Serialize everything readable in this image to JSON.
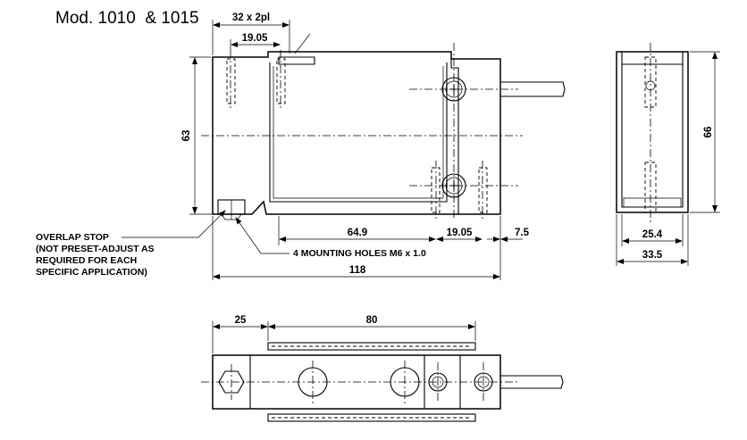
{
  "title": "Mod. 1010  & 1015",
  "side_view": {
    "dim_top_span": "32 x 2pl",
    "dim_top_inner": "19.05",
    "dim_height": "63",
    "dim_body_len": "64.9",
    "dim_hole_spacing": "19.05",
    "dim_end": "7.5",
    "dim_total": "118"
  },
  "notes": {
    "overlap_stop": [
      "OVERLAP STOP",
      "(NOT PRESET-ADJUST AS",
      "REQUIRED FOR EACH",
      "SPECIFIC APPLICATION)"
    ],
    "mounting_holes": "4 MOUNTING HOLES M6 x 1.0"
  },
  "end_view": {
    "dim_height": "66",
    "dim_inner_width": "25.4",
    "dim_outer_width": "33.5"
  },
  "bottom_view": {
    "dim_left": "25",
    "dim_span": "80"
  }
}
